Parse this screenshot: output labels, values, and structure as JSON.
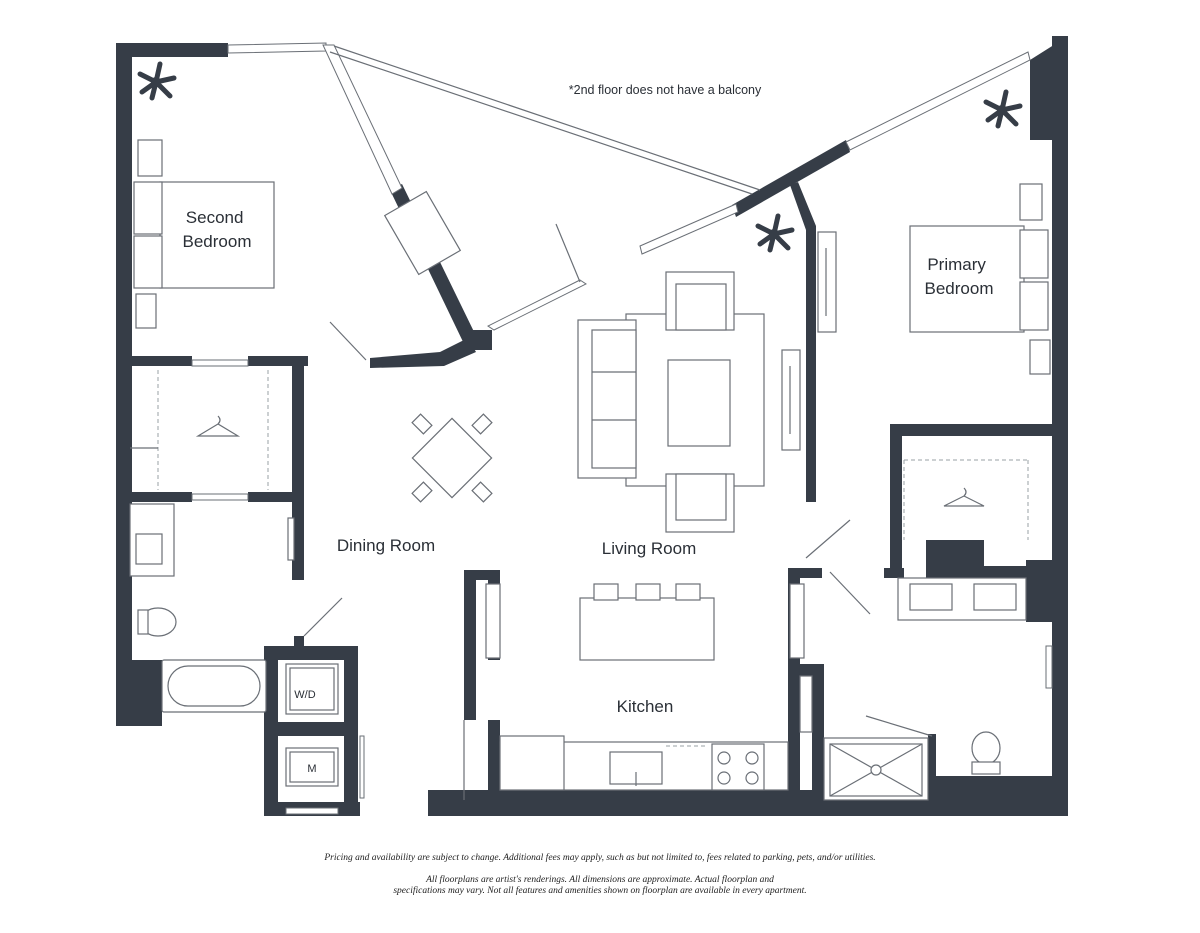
{
  "note": "*2nd floor does not have a balcony",
  "rooms": {
    "second_bedroom_line1": "Second",
    "second_bedroom_line2": "Bedroom",
    "primary_bedroom_line1": "Primary",
    "primary_bedroom_line2": "Bedroom",
    "dining_room": "Dining Room",
    "living_room": "Living Room",
    "kitchen": "Kitchen"
  },
  "appliances": {
    "washer_dryer": "W/D",
    "mechanical": "M"
  },
  "disclaimer": {
    "line1": "Pricing and availability are subject to change.  Additional fees may apply, such as but not limited to, fees related to parking, pets, and/or utilities.",
    "line2": "All floorplans are artist's renderings.  All dimensions are approximate.  Actual floorplan and",
    "line3": "specifications may vary.  Not all features and amenities shown on floorplan are available in every apartment."
  },
  "colors": {
    "wall": "#363d47",
    "line": "#6a6f76"
  }
}
